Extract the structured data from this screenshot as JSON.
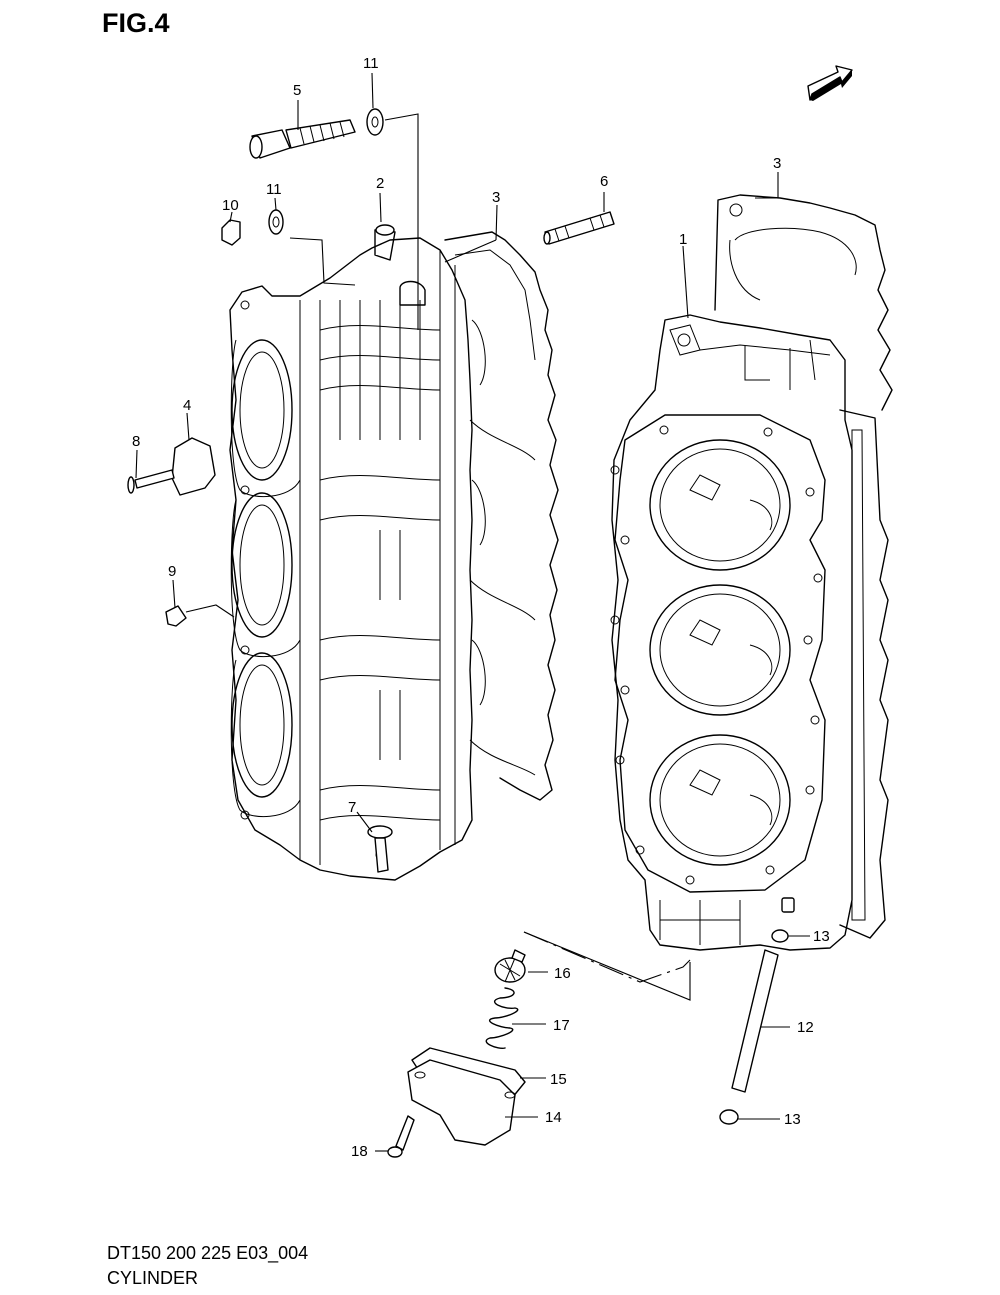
{
  "figure": {
    "title": "FIG.4",
    "model_code": "DT150 200 225 E03_004",
    "section": "CYLINDER",
    "fwd_label": "FWD"
  },
  "callouts": [
    "1",
    "2",
    "3",
    "3",
    "4",
    "5",
    "6",
    "7",
    "8",
    "9",
    "10",
    "11",
    "11",
    "12",
    "13",
    "13",
    "14",
    "15",
    "16",
    "17",
    "18"
  ]
}
